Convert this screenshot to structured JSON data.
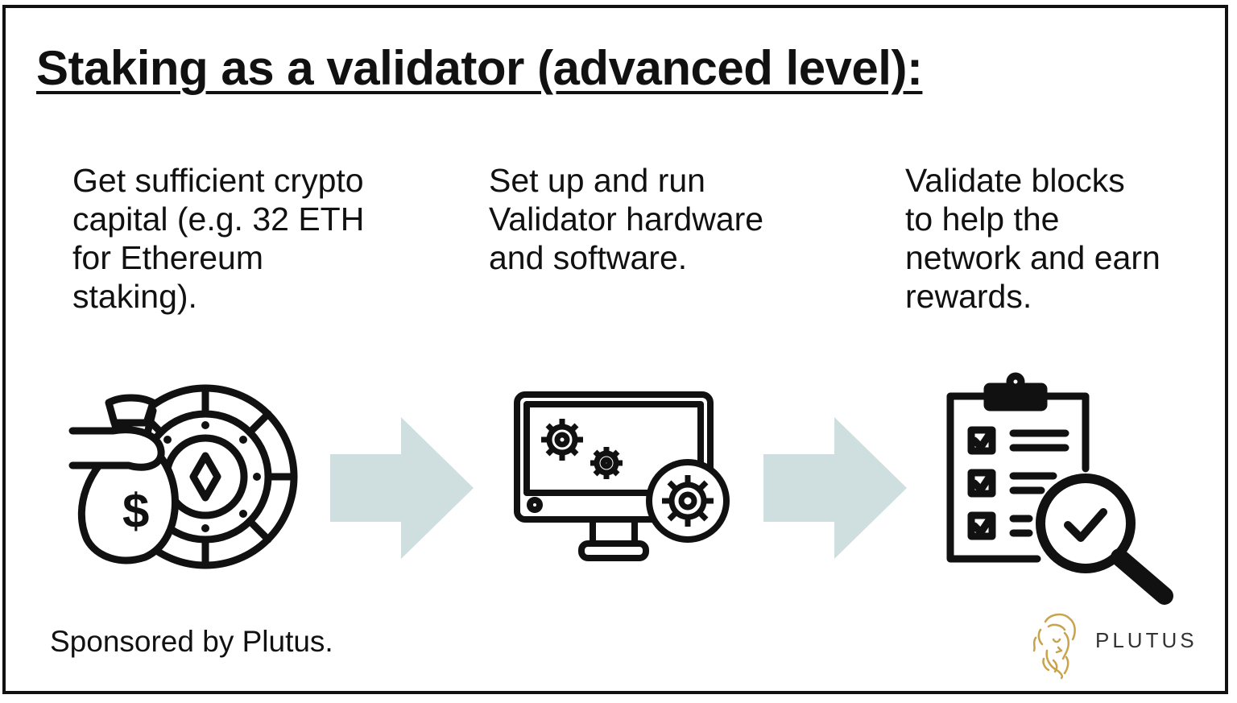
{
  "title": "Staking as a validator (advanced level):",
  "steps": [
    {
      "text": "Get sufficient crypto\ncapital (e.g. 32 ETH\nfor Ethereum\nstaking).",
      "icon": "money-bag-crypto-coin-icon"
    },
    {
      "text": "Set up and run\nValidator hardware\nand software.",
      "icon": "monitor-gears-icon"
    },
    {
      "text": "Validate blocks\nto help the\nnetwork and earn\nrewards.",
      "icon": "clipboard-checklist-magnifier-icon"
    }
  ],
  "sponsor": "Sponsored by Plutus.",
  "brand": {
    "name": "PLUTUS",
    "logo": "plutus-head-logo-icon",
    "logo_color": "#c9a24a"
  },
  "colors": {
    "arrow": "#cfdfe0",
    "ink": "#111111",
    "border": "#111111"
  }
}
